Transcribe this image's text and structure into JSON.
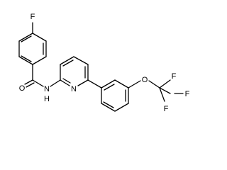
{
  "molecule": {
    "atoms": {
      "fluoro_para": "F",
      "carbonyl_oxygen": "O",
      "amide_nitrogen": "N",
      "amide_hydrogen": "H",
      "pyridine_nitrogen": "N",
      "ether_oxygen": "O",
      "cf3_fluorine_top": "F",
      "cf3_fluorine_right": "F",
      "cf3_fluorine_bottom": "F"
    }
  }
}
